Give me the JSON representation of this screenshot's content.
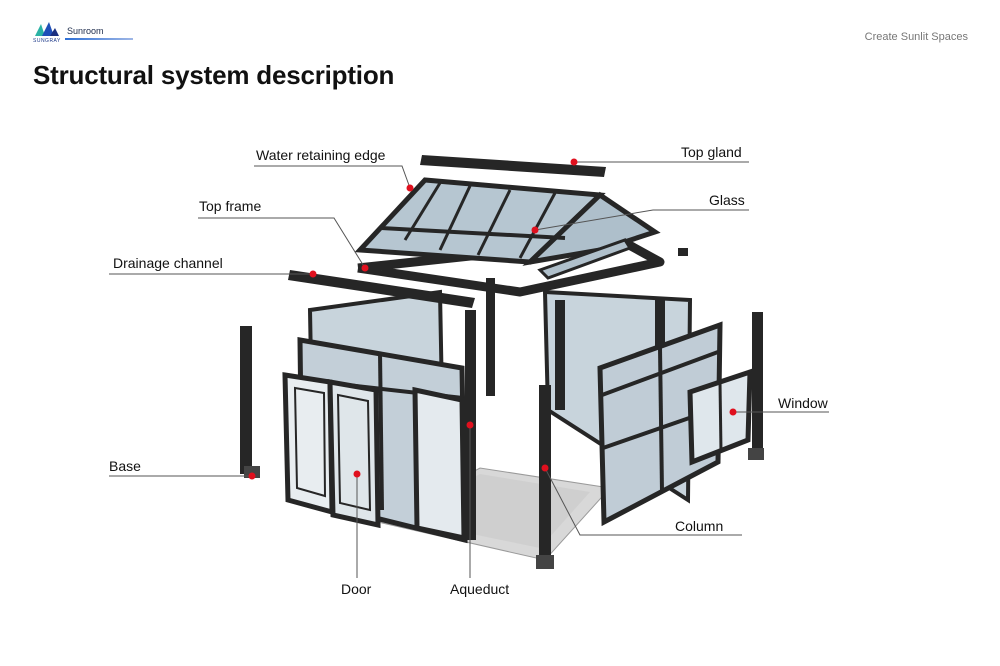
{
  "header": {
    "brand": "SUNGRAY",
    "product": "Sunroom",
    "tagline": "Create Sunlit Spaces",
    "logo_colors": [
      "#2bb3a5",
      "#1f4fb8",
      "#1a2f80"
    ]
  },
  "page": {
    "title": "Structural system description"
  },
  "diagram": {
    "frame_color": "#262626",
    "glass_color": "#b9c8d2",
    "marker_color": "#e0101e",
    "labels": {
      "water_retaining_edge": "Water retaining edge",
      "top_gland": "Top gland",
      "top_frame": "Top frame",
      "glass": "Glass",
      "drainage_channel": "Drainage channel",
      "window": "Window",
      "base": "Base",
      "column": "Column",
      "door": "Door",
      "aqueduct": "Aqueduct"
    }
  }
}
